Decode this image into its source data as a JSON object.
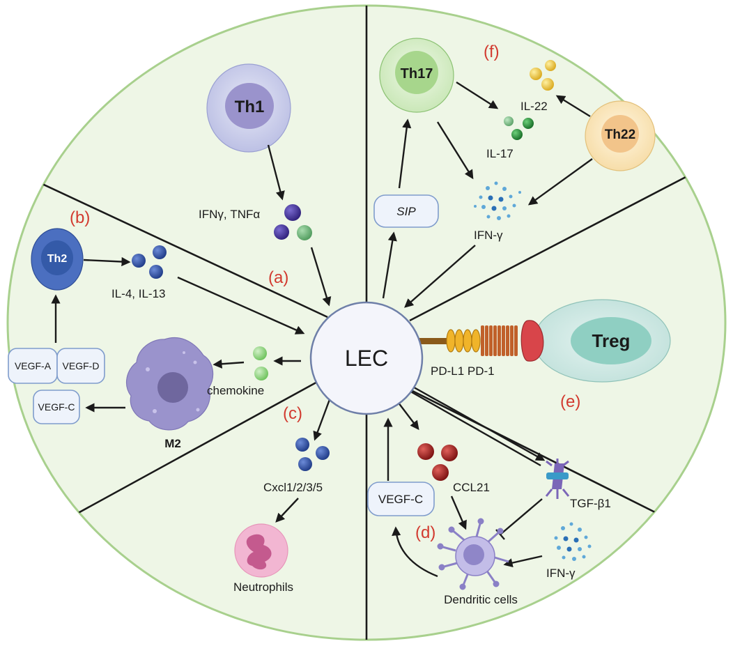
{
  "center": {
    "label": "LEC"
  },
  "sections": {
    "a": "(a)",
    "b": "(b)",
    "c": "(c)",
    "d": "(d)",
    "e": "(e)",
    "f": "(f)"
  },
  "cells": {
    "th1": "Th1",
    "th2": "Th2",
    "th17": "Th17",
    "th22": "Th22",
    "treg": "Treg",
    "m2": "M2",
    "neutrophils": "Neutrophils",
    "dendritic": "Dendritic cells"
  },
  "molecules": {
    "ifng_tnfa": "IFNγ, TNFα",
    "il4_il13": "IL-4,  IL-13",
    "vegf_a": "VEGF-A",
    "vegf_d": "VEGF-D",
    "vegf_c_left": "VEGF-C",
    "chemokine": "chemokine",
    "cxcl": "Cxcl1/2/3/5",
    "s1p": "SIP",
    "il17": "IL-17",
    "il22": "IL-22",
    "ifn_gamma_top": "IFN-γ",
    "pdl1_pd1": "PD-L1 PD-1",
    "vegf_c_bottom": "VEGF-C",
    "ccl21": "CCL21",
    "tgf_b1": "TGF-β1",
    "ifn_gamma_bottom": "IFN-γ"
  },
  "colors": {
    "background_fill": "#eef6e6",
    "ellipse_border": "#a8d08d",
    "section_label": "#d23a2f",
    "lec_fill": "#f4f5fb",
    "lec_border": "#6e7fa8"
  }
}
